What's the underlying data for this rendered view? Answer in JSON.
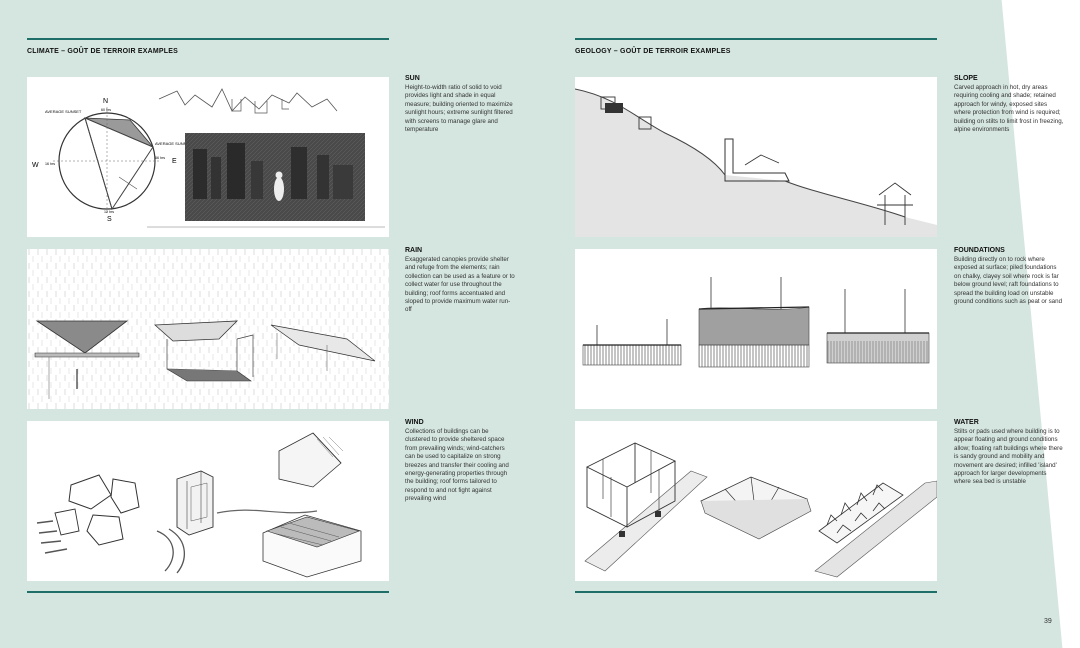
{
  "left": {
    "heading": "CLIMATE – GOÛT DE TERROIR EXAMPLES",
    "sun": {
      "title": "SUN",
      "text": "Height-to-width ratio of solid to void provides light and shade in equal measure; building oriented to maximize sunlight hours; extreme sunlight filtered with screens to manage glare and temperature",
      "compass": {
        "n": "N",
        "s": "S",
        "e": "E",
        "w": "W",
        "avg_sunset": "AVERAGE SUNSET",
        "avg_sunrise": "AVERAGE SUNRISE",
        "hrs_top": "60 hrs",
        "hrs_right": "66 hrs",
        "hrs_left": "16 hrs",
        "hrs_bottom": "12 hrs"
      }
    },
    "rain": {
      "title": "RAIN",
      "text": "Exaggerated canopies provide shelter and refuge from the elements; rain collection can be used as a feature or to collect water for use throughout the building; roof forms accentuated and sloped to provide maximum water run-off"
    },
    "wind": {
      "title": "WIND",
      "text": "Collections of buildings can be clustered to provide sheltered space from prevailing winds; wind-catchers can be used to capitalize on strong breezes and transfer their cooling and energy-generating properties through the building; roof forms tailored to respond to and not fight against prevailing wind"
    }
  },
  "right": {
    "heading": "GEOLOGY – GOÛT DE TERROIR EXAMPLES",
    "slope": {
      "title": "SLOPE",
      "text": "Carved approach in hot, dry areas requiring cooling and shade; retained approach for windy, exposed sites where protection from wind is required; building on stilts to limit frost in freezing, alpine environments"
    },
    "foundations": {
      "title": "FOUNDATIONS",
      "text": "Building directly on to rock where exposed at surface; piled foundations on chalky, clayey soil where rock is far below ground level; raft foundations to spread the building load on unstable ground conditions such as peat or sand"
    },
    "water": {
      "title": "WATER",
      "text": "Stilts or pads used where building is to appear floating and ground conditions allow; floating raft buildings where there is sandy ground and mobility and movement are desired; infilled 'island' approach for larger developments where sea bed is unstable"
    }
  },
  "page_number": "39",
  "colors": {
    "rule": "#1d6f68",
    "background": "#d5e6e1"
  }
}
